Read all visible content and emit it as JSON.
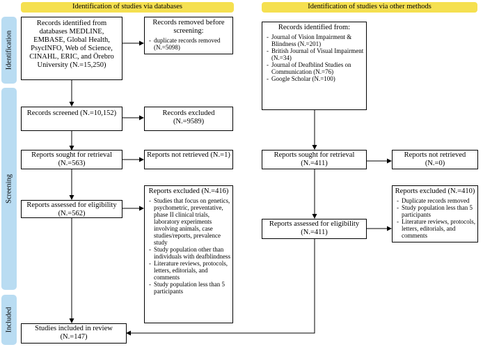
{
  "headers": {
    "databases": "Identification of studies via databases",
    "other": "Identification of studies via other methods"
  },
  "phases": {
    "identification": "Identification",
    "screening": "Screening",
    "included": "Included"
  },
  "left": {
    "identified": "Records identified from databases MEDLINE, EMBASE, Global Health, PsycINFO, Web of Science, CINAHL, ERIC, and Örebro University (N.=15,250)",
    "removed_title": "Records removed before screening:",
    "removed_items": [
      "duplicate records removed (N.=5098)"
    ],
    "screened": "Records screened (N.=10,152)",
    "excluded": "Records excluded (N.=9589)",
    "sought": "Reports sought for retrieval (N.=563)",
    "not_retrieved": "Reports not retrieved (N.=1)",
    "assessed": "Reports assessed for eligibility (N.=562)",
    "reports_excluded_title": "Reports excluded (N.=416)",
    "reports_excluded_items": [
      "Studies that focus on genetics, psychometric, preventative, phase II clinical trials, laboratory experiments involving animals, case studies/reports, prevalence study",
      "Study population other than individuals with deafblindness",
      "Literature reviews, protocols, letters, editorials, and comments",
      "Study population less than 5 participants"
    ],
    "included": "Studies included in review (N.=147)"
  },
  "right": {
    "identified_title": "Records identified from:",
    "identified_items": [
      "Journal of Vision Impairment & Blindness (N.=201)",
      "British Journal of Visual Impairment (N.=34)",
      "Journal of Deafblind Studies on Communication (N.=76)",
      "Google Scholar (N.=100)"
    ],
    "sought": "Reports sought for retrieval (N.=411)",
    "not_retrieved": "Reports not retrieved (N.=0)",
    "assessed": "Reports assessed for eligibility (N.=411)",
    "reports_excluded_title": "Reports excluded (N.=410)",
    "reports_excluded_items": [
      "Duplicate records removed",
      "Study population less than 5 participants",
      "Literature reviews, protocols, letters, editorials, and comments"
    ]
  }
}
